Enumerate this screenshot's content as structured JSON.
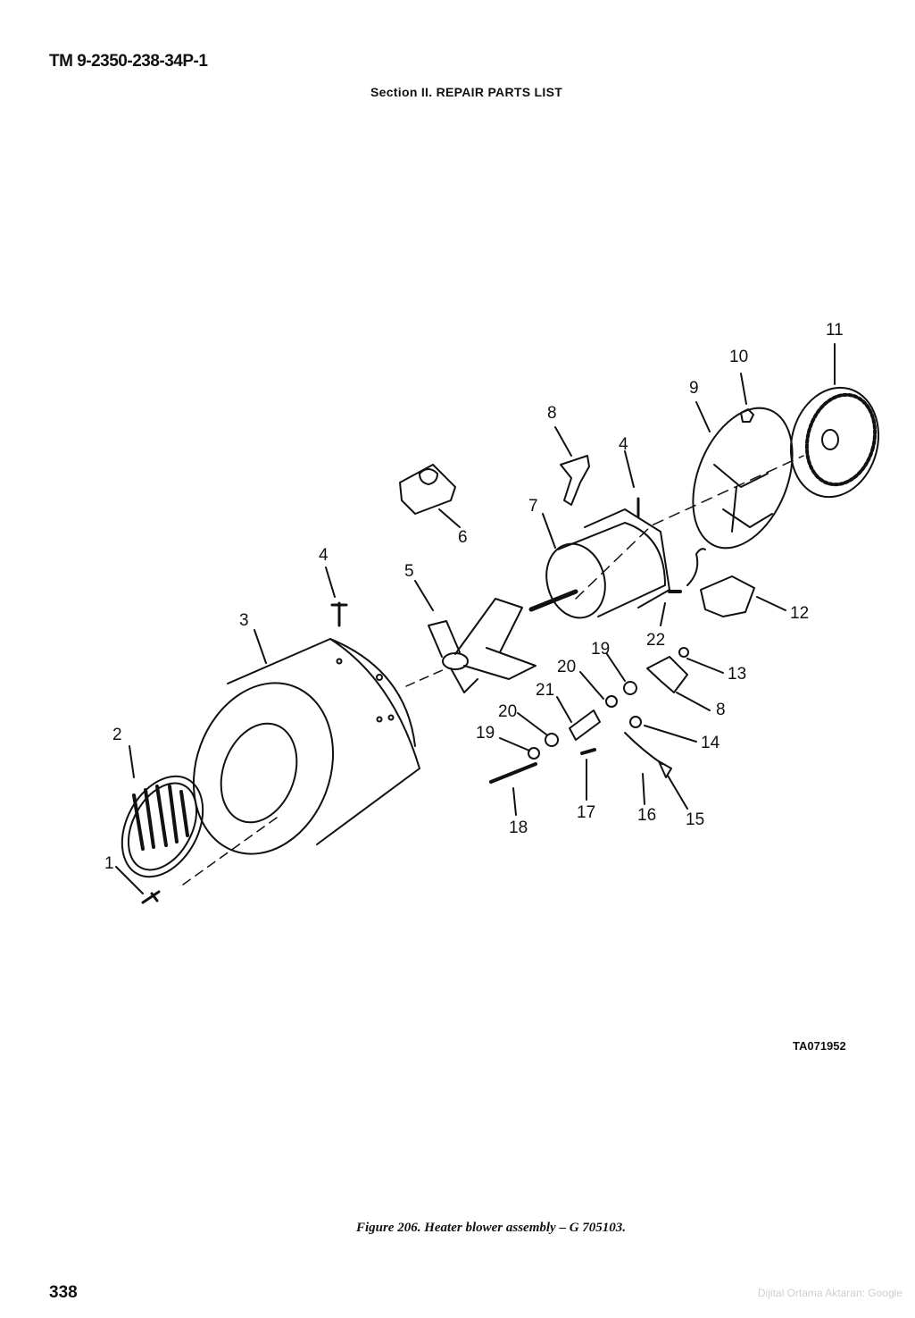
{
  "header": {
    "tm_number": "TM 9-2350-238-34P-1",
    "section_title": "Section II.  REPAIR PARTS LIST"
  },
  "figure": {
    "callouts": [
      "1",
      "2",
      "3",
      "4",
      "4",
      "5",
      "6",
      "7",
      "8",
      "8",
      "9",
      "10",
      "11",
      "12",
      "13",
      "14",
      "15",
      "16",
      "17",
      "18",
      "19",
      "19",
      "20",
      "20",
      "21",
      "22"
    ],
    "drawing_id": "TA071952",
    "caption": "Figure 206.  Heater blower assembly – G 705103."
  },
  "footer": {
    "page_number": "338",
    "watermark": "Dijital Ortama Aktaran: Google"
  }
}
